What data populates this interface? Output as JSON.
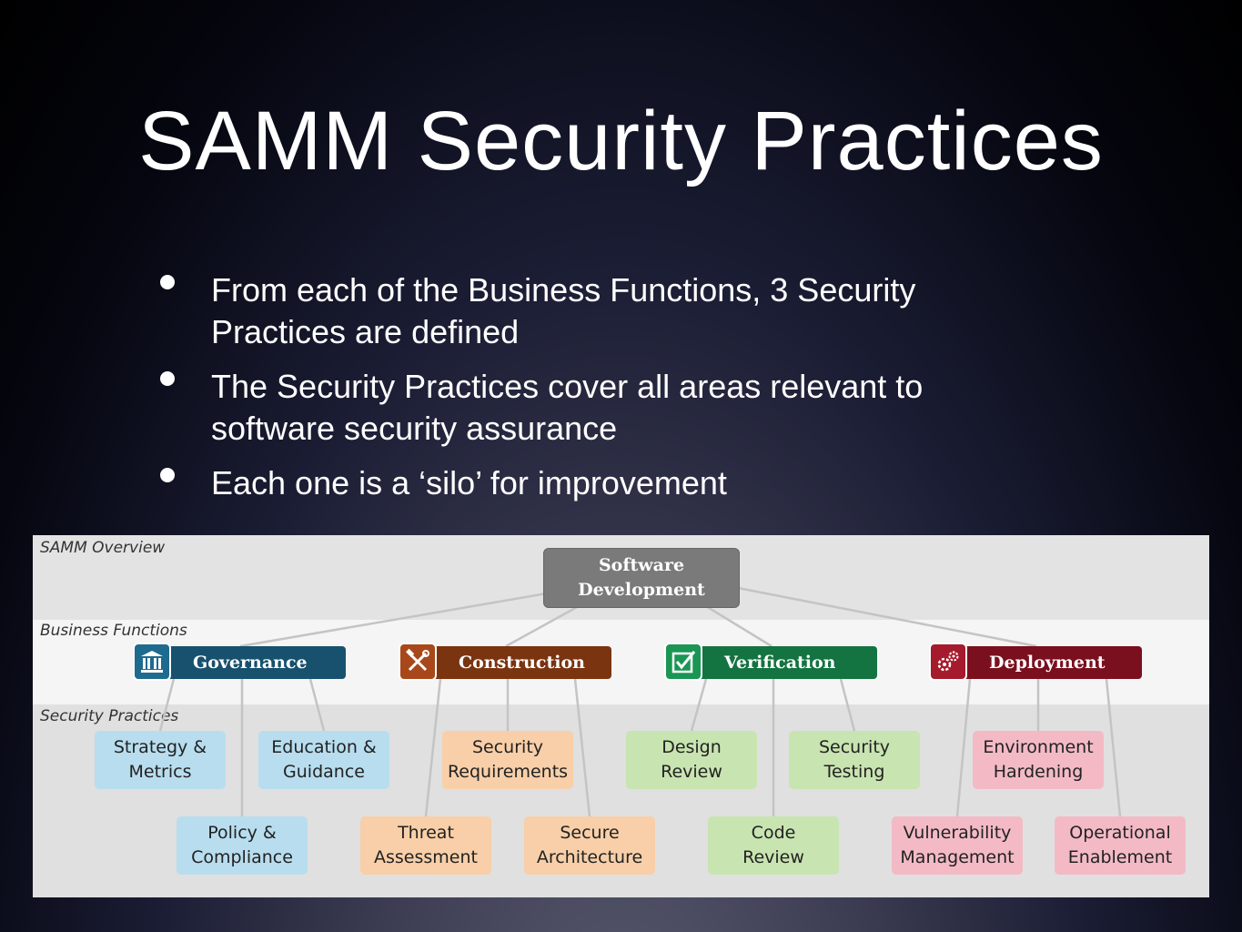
{
  "slide": {
    "title": "SAMM Security Practices",
    "bullets": [
      "From each of the Business Functions, 3 Security Practices are defined",
      "The Security Practices cover all areas relevant to software security assurance",
      "Each one is a ‘silo’ for improvement"
    ]
  },
  "diagram": {
    "overview_label": "SAMM Overview",
    "business_functions_label": "Business Functions",
    "security_practices_label": "Security Practices",
    "root": {
      "line1": "Software",
      "line2": "Development"
    },
    "functions": [
      {
        "name": "Governance",
        "icon": "building-icon",
        "color": "#17516e"
      },
      {
        "name": "Construction",
        "icon": "tools-icon",
        "color": "#7a3410"
      },
      {
        "name": "Verification",
        "icon": "checkbox-icon",
        "color": "#137341"
      },
      {
        "name": "Deployment",
        "icon": "gears-icon",
        "color": "#7a0f1e"
      }
    ],
    "practices": {
      "governance": [
        {
          "line1": "Strategy &",
          "line2": "Metrics"
        },
        {
          "line1": "Policy &",
          "line2": "Compliance"
        },
        {
          "line1": "Education &",
          "line2": "Guidance"
        }
      ],
      "construction": [
        {
          "line1": "Threat",
          "line2": "Assessment"
        },
        {
          "line1": "Security",
          "line2": "Requirements"
        },
        {
          "line1": "Secure",
          "line2": "Architecture"
        }
      ],
      "verification": [
        {
          "line1": "Design",
          "line2": "Review"
        },
        {
          "line1": "Code",
          "line2": "Review"
        },
        {
          "line1": "Security",
          "line2": "Testing"
        }
      ],
      "deployment": [
        {
          "line1": "Vulnerability",
          "line2": "Management"
        },
        {
          "line1": "Environment",
          "line2": "Hardening"
        },
        {
          "line1": "Operational",
          "line2": "Enablement"
        }
      ]
    }
  }
}
